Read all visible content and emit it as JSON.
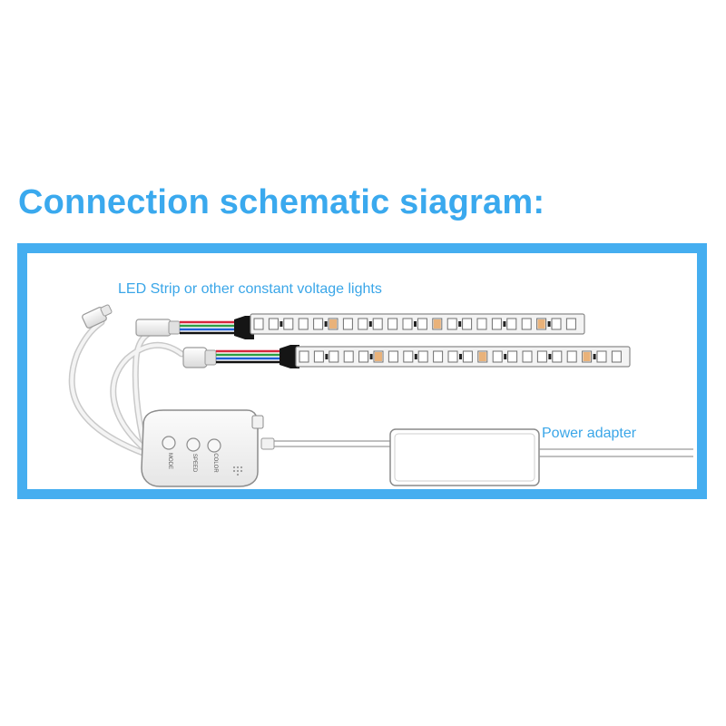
{
  "page": {
    "title": "Connection schematic siagram:"
  },
  "diagram": {
    "strip_label": "LED Strip or other constant voltage lights",
    "power_label": "Power adapter",
    "colors": {
      "accent": "#45aef0",
      "label": "#3aa6e8",
      "wire_red": "#d7263d",
      "wire_green": "#2f9e44",
      "wire_blue": "#1f5fd6",
      "wire_black": "#111111"
    },
    "controller_buttons": [
      "MODE",
      "SPEED",
      "COLOR"
    ]
  }
}
